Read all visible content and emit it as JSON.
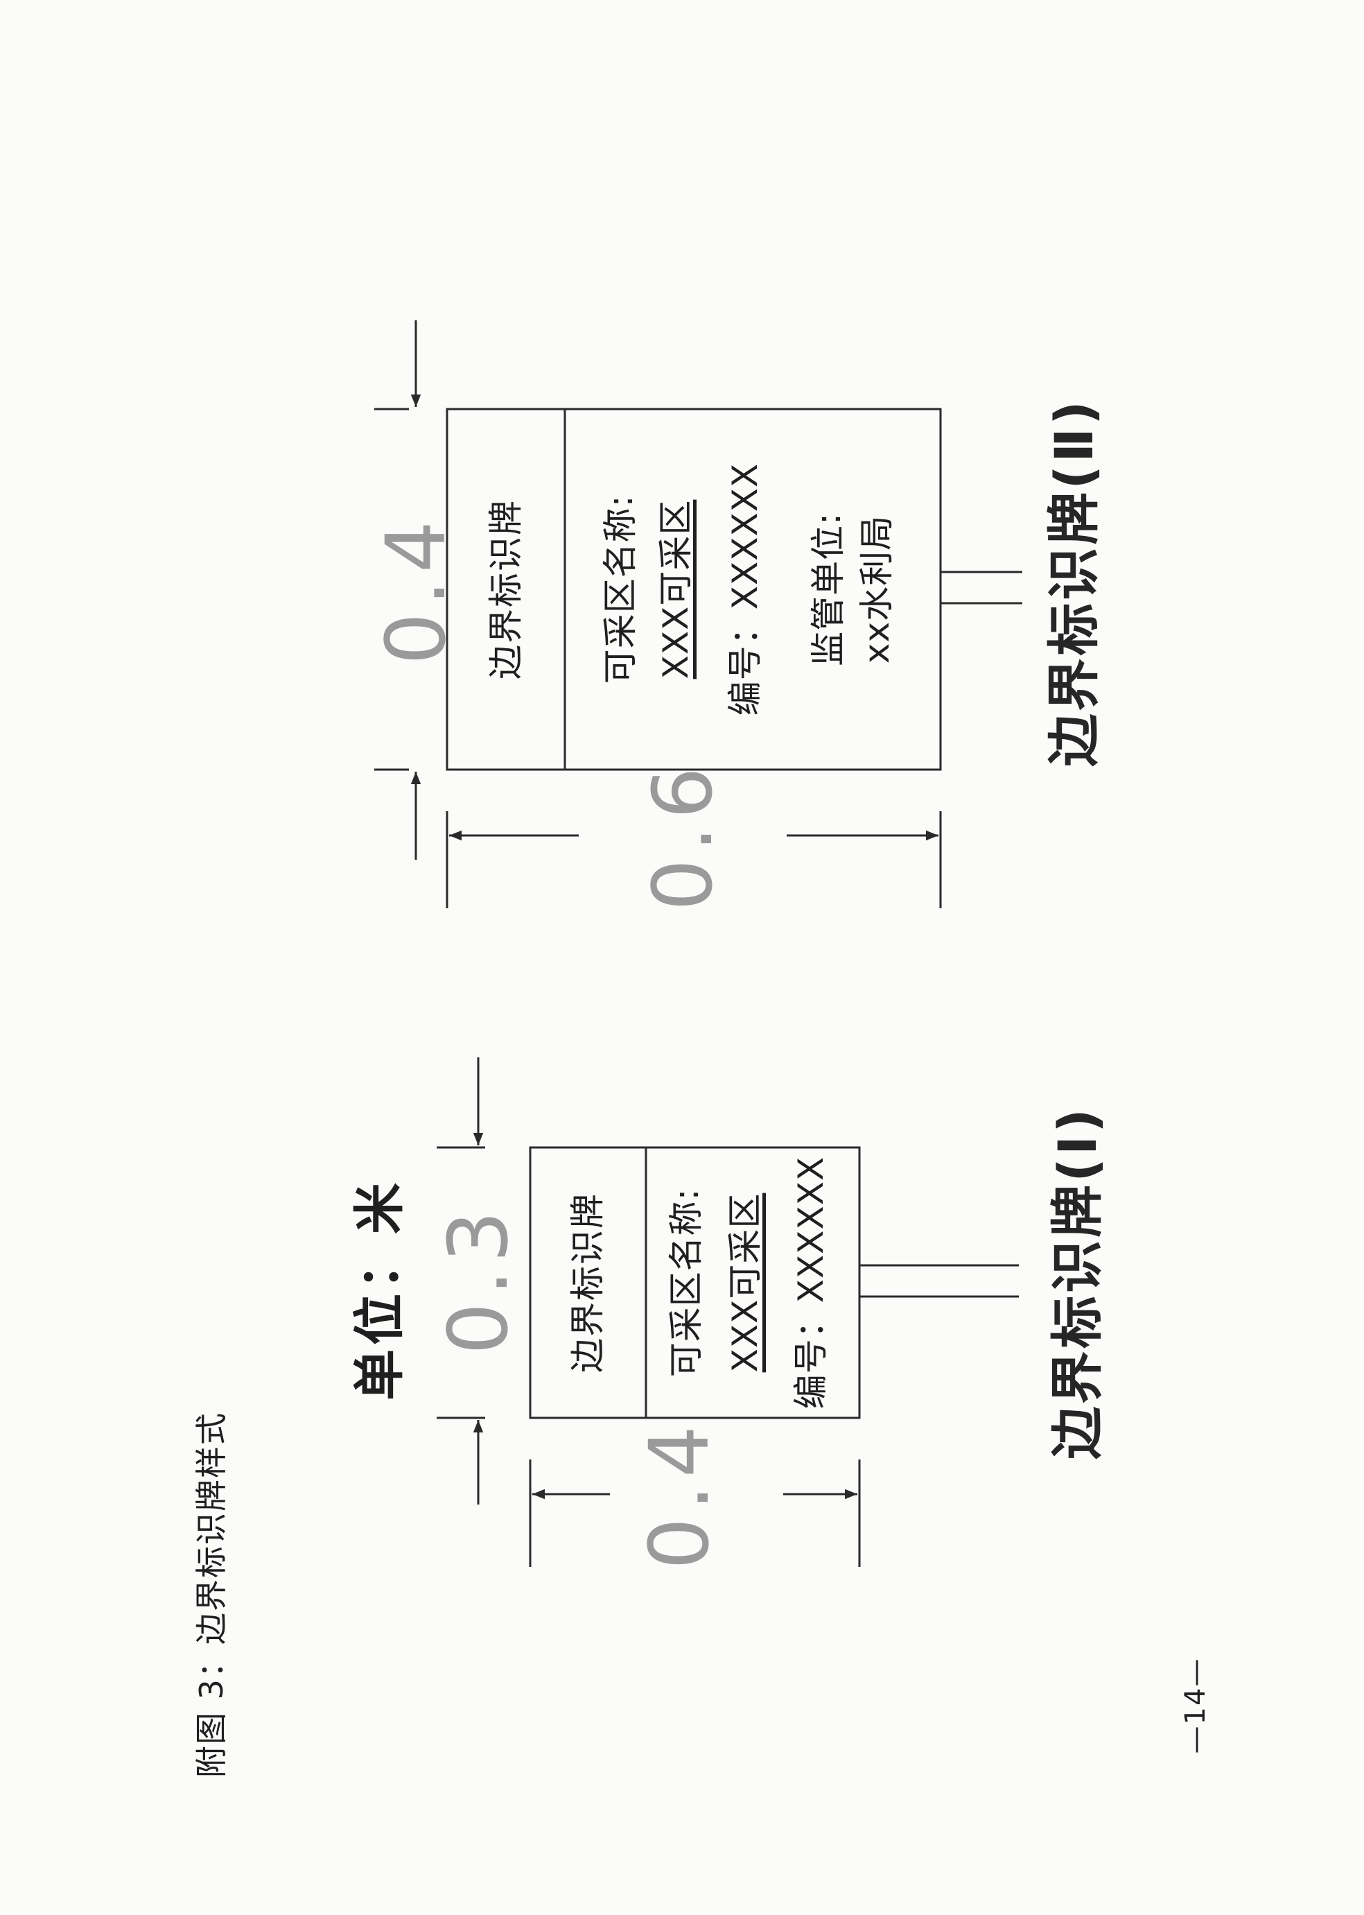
{
  "figure_caption": "附图 3：边界标识牌样式",
  "unit_label": "单位：米",
  "page_number": "—14—",
  "signs": [
    {
      "name": "边界标识牌(Ⅰ)",
      "width_label": "0.4",
      "height_label": "0.3",
      "header": "边界标识牌",
      "area_name_label": "可采区名称:",
      "area_name_value": "XXX可采区",
      "code_line": "编号：XXXXXX"
    },
    {
      "name": "边界标识牌(Ⅱ)",
      "width_label": "0.6",
      "height_label": "0.4",
      "header": "边界标识牌",
      "area_name_label": "可采区名称:",
      "area_name_value": "XXX可采区",
      "code_line": "编号：XXXXXX",
      "supervisor_label": "监管单位:",
      "supervisor_value": "xx水利局"
    }
  ]
}
